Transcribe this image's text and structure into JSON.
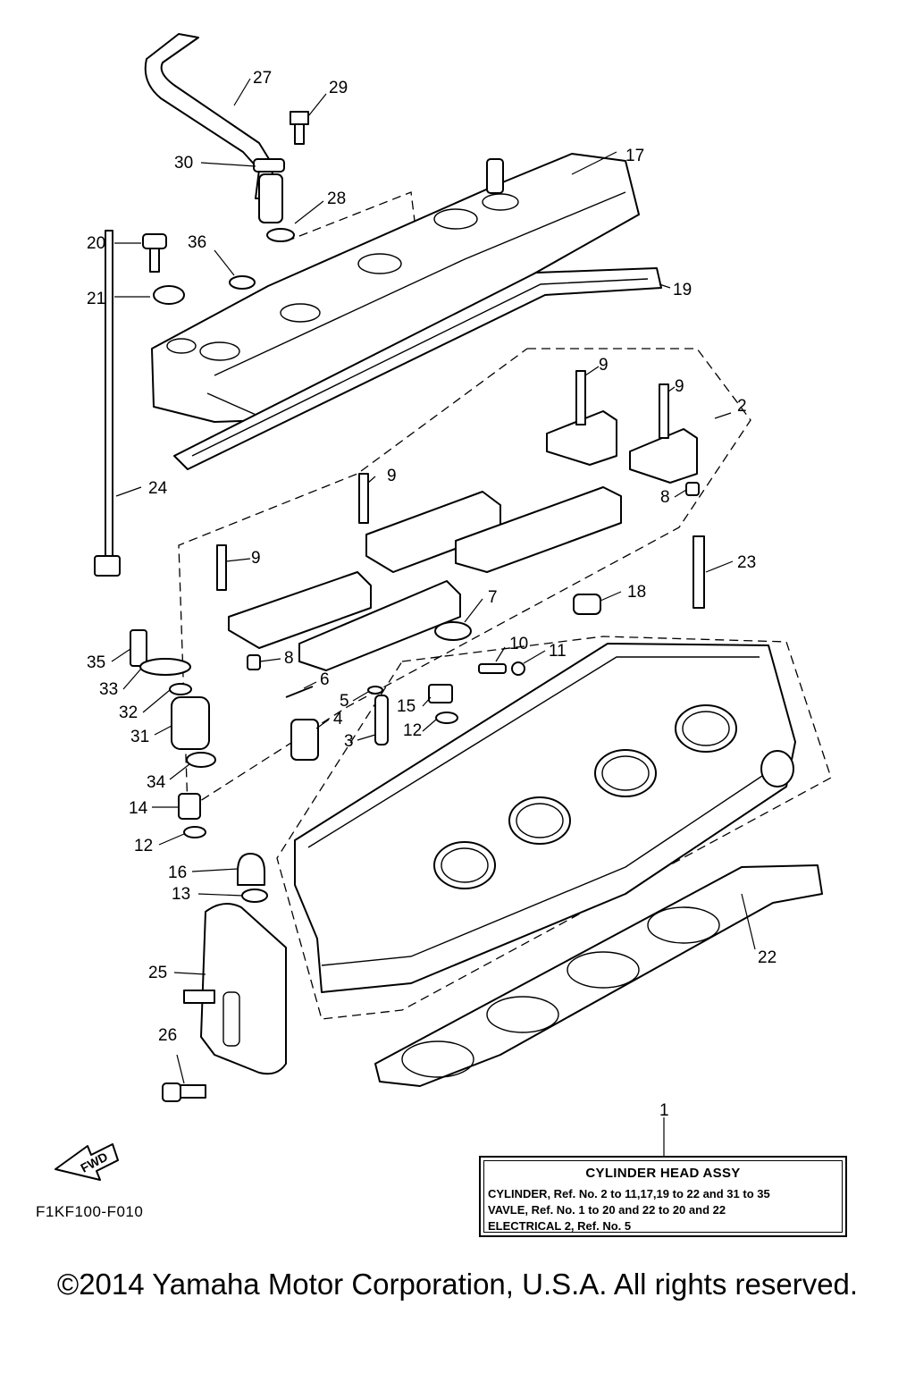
{
  "callouts": [
    "1",
    "2",
    "3",
    "4",
    "5",
    "6",
    "7",
    "8",
    "8",
    "9",
    "9",
    "9",
    "9",
    "10",
    "11",
    "12",
    "12",
    "13",
    "14",
    "15",
    "16",
    "17",
    "18",
    "19",
    "20",
    "21",
    "22",
    "23",
    "24",
    "25",
    "26",
    "27",
    "28",
    "29",
    "30",
    "31",
    "32",
    "33",
    "34",
    "35",
    "36"
  ],
  "fwd_label": "FWD",
  "diagram_code": "F1KF100-F010",
  "assembly": {
    "title": "CYLINDER HEAD ASSY",
    "lines": [
      "CYLINDER, Ref. No. 2 to 11,17,19 to 22 and 31 to 35",
      "VAVLE, Ref. No. 1 to 20 and 22  to 20 and 22",
      "ELECTRICAL 2, Ref. No. 5"
    ]
  },
  "copyright": "©2014 Yamaha Motor Corporation, U.S.A. All rights reserved."
}
